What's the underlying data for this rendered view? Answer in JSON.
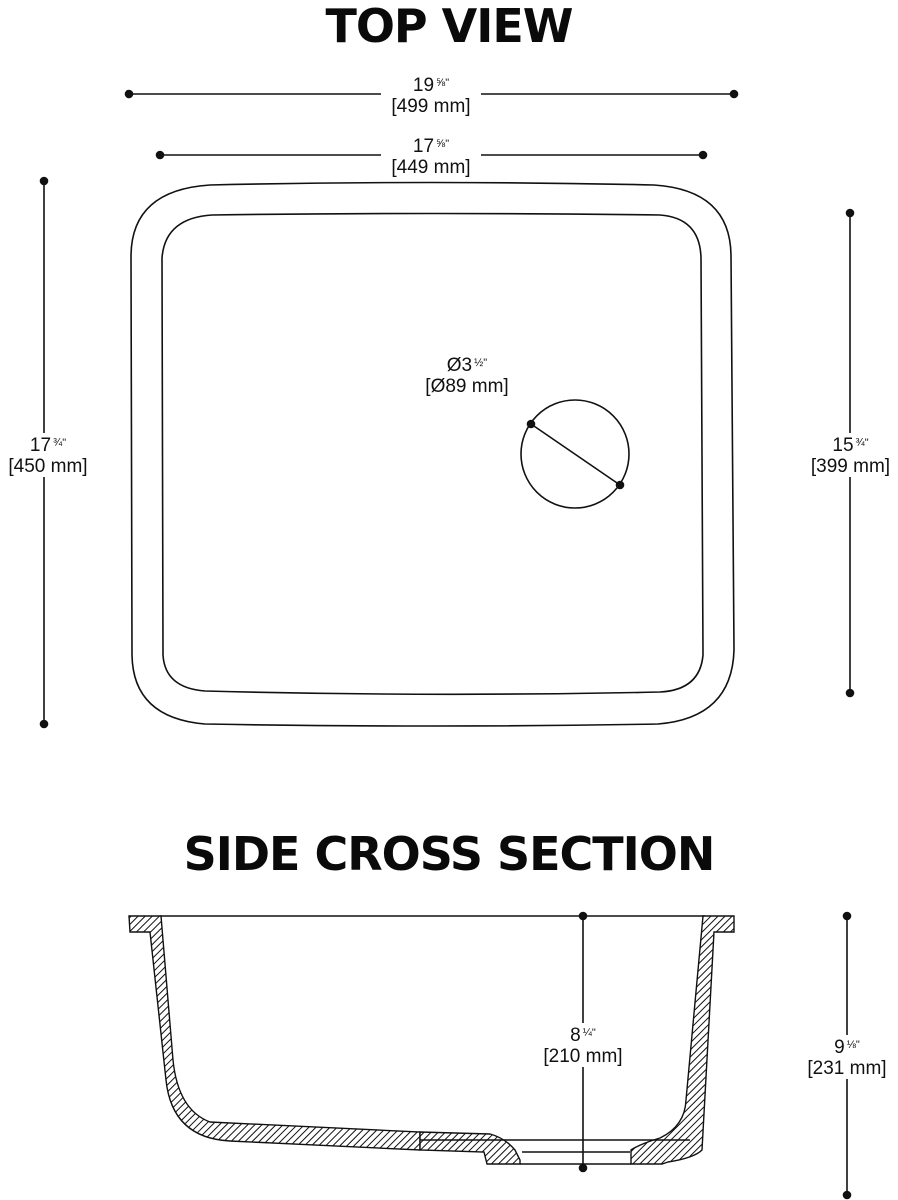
{
  "top_view": {
    "title": "TOP VIEW",
    "dimensions": {
      "overall_width": {
        "inches_whole": "19",
        "inches_frac": "⅝\"",
        "mm": "[499 mm]"
      },
      "inner_width": {
        "inches_whole": "17",
        "inches_frac": "⅝\"",
        "mm": "[449 mm]"
      },
      "overall_depth": {
        "inches_whole": "17",
        "inches_frac": "¾\"",
        "mm": "[450 mm]"
      },
      "inner_depth": {
        "inches_whole": "15",
        "inches_frac": "¾\"",
        "mm": "[399 mm]"
      },
      "drain_diameter": {
        "inches_whole": "Ø3",
        "inches_frac": "½\"",
        "mm": "[Ø89 mm]"
      }
    }
  },
  "side_cross_section": {
    "title": "SIDE CROSS SECTION",
    "dimensions": {
      "inner_height": {
        "inches_whole": "8",
        "inches_frac": "¼\"",
        "mm": "[210 mm]"
      },
      "overall_height": {
        "inches_whole": "9",
        "inches_frac": "⅛\"",
        "mm": "[231 mm]"
      }
    }
  },
  "colors": {
    "line": "#111111",
    "background": "#ffffff"
  }
}
